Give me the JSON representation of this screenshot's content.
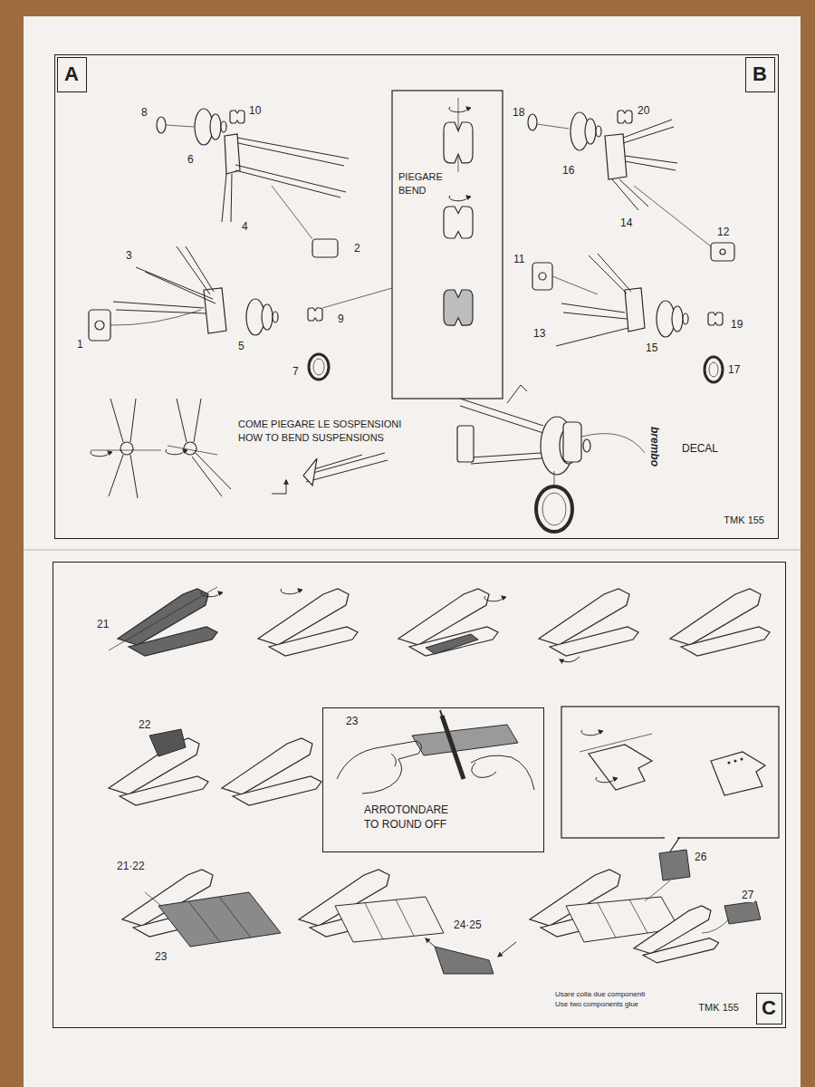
{
  "diagram": {
    "nodes": [
      {
        "text": [
          "TMK 155"
        ]
      },
      {
        "text": [
          "A"
        ],
        "in": 0
      },
      {
        "text": [
          "B"
        ],
        "in": 0
      },
      {
        "text": [
          "PIEGARE",
          "BEND"
        ],
        "in": 0
      },
      {
        "text": [
          "TMK 155"
        ]
      },
      {
        "text": [
          "C"
        ],
        "in": 4
      },
      {
        "text": [
          "23",
          "ARROTONDARE",
          "TO ROUND OFF"
        ],
        "in": 4
      }
    ],
    "labels": [
      "8",
      "10",
      "6",
      "4",
      "2",
      "3",
      "1",
      "5",
      "9",
      "7",
      "COME PIEGARE LE SOSPENSIONI",
      "HOW TO BEND SUSPENSIONS",
      "18",
      "20",
      "16",
      "14",
      "12",
      "11",
      "13",
      "15",
      "19",
      "17",
      "DECAL",
      "brembo",
      "21",
      "22",
      "23",
      "21·22",
      "24·25",
      "26",
      "27",
      "Usare colla due componenti",
      "Use two components glue"
    ]
  }
}
